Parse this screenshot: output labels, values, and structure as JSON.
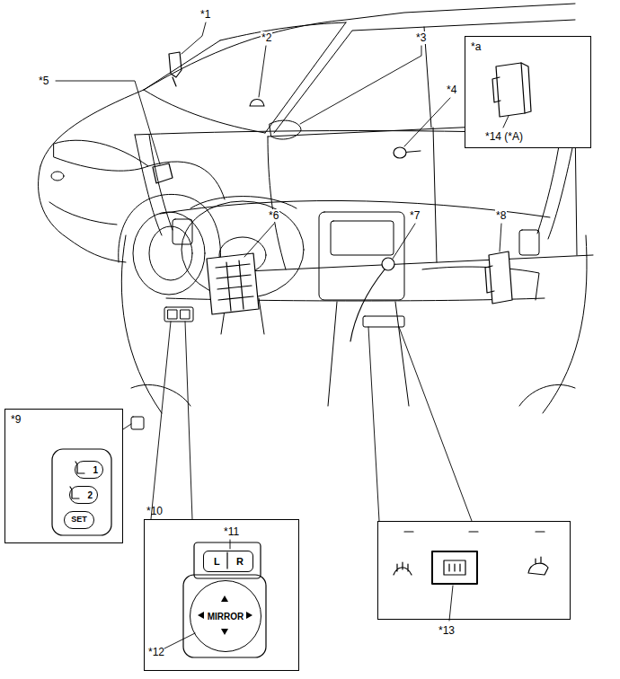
{
  "diagram": {
    "nodes": [
      {
        "text": [
          "*a",
          "*14 (*A)"
        ]
      },
      {
        "text": [
          "*9"
        ]
      },
      {
        "text": [
          "1"
        ],
        "in": 1
      },
      {
        "text": [
          "2"
        ],
        "in": 1
      },
      {
        "text": [
          "SET"
        ],
        "in": 1
      },
      {
        "text": [
          "*10",
          "*11",
          "*12"
        ]
      },
      {
        "text": [
          "L",
          "R"
        ],
        "in": 5
      },
      {
        "text": [
          "MIRROR"
        ],
        "in": 5
      },
      {
        "text": [
          "*13"
        ]
      }
    ],
    "labels": [
      "*1",
      "*2",
      "*3",
      "*4",
      "*5",
      "*6",
      "*7",
      "*8"
    ]
  }
}
